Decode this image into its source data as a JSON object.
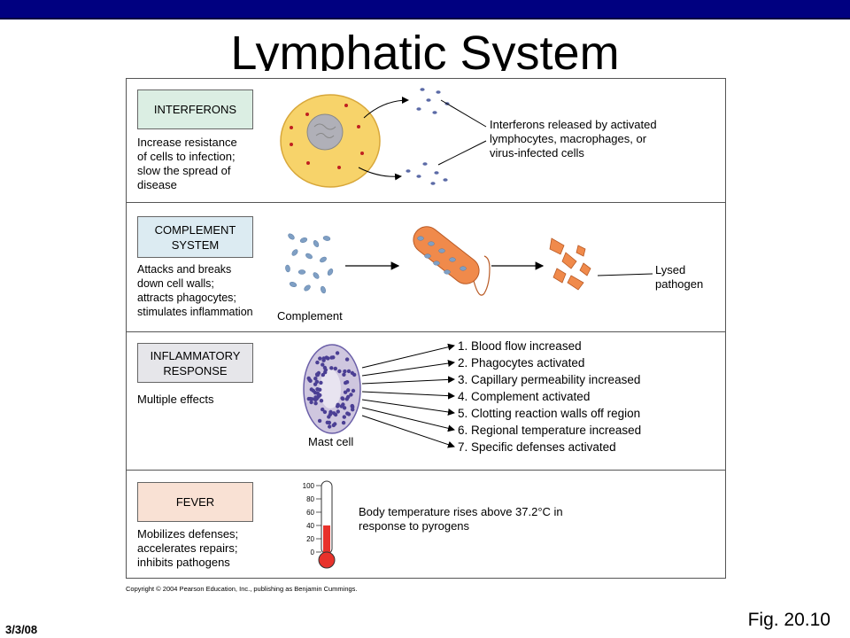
{
  "slide": {
    "title": "Lymphatic System",
    "date": "3/3/08",
    "figure_label": "Fig. 20.10",
    "copyright": "Copyright © 2004 Pearson Education, Inc., publishing as Benjamin Cummings."
  },
  "interferons": {
    "box": "INTERFERONS",
    "description": [
      "Increase resistance",
      "of cells to infection;",
      "slow the spread of",
      "disease"
    ],
    "callout": [
      "Interferons released by activated",
      "lymphocytes, macrophages, or",
      "virus-infected cells"
    ]
  },
  "complement": {
    "box": [
      "COMPLEMENT",
      "SYSTEM"
    ],
    "description": [
      "Attacks and breaks",
      "down cell walls;",
      "attracts phagocytes;",
      "stimulates inflammation"
    ],
    "complement_label": "Complement",
    "lysed_label": [
      "Lysed",
      "pathogen"
    ]
  },
  "inflammatory": {
    "box": [
      "INFLAMMATORY",
      "RESPONSE"
    ],
    "description": "Multiple effects",
    "mast_cell_label": "Mast cell",
    "effects": [
      "1. Blood flow increased",
      "2. Phagocytes activated",
      "3. Capillary permeability increased",
      "4. Complement activated",
      "5. Clotting reaction walls off region",
      "6. Regional temperature increased",
      "7. Specific defenses activated"
    ]
  },
  "fever": {
    "box": "FEVER",
    "description": [
      "Mobilizes defenses;",
      "accelerates repairs;",
      "inhibits pathogens"
    ],
    "callout": [
      "Body temperature rises above 37.2°C in",
      "response to pyrogens"
    ],
    "scale_ticks": [
      "100",
      "80",
      "60",
      "40",
      "20",
      "0"
    ],
    "mercury_level": 40,
    "colors": {
      "mercury": "#e8322b"
    }
  },
  "colors": {
    "header_bar": "#000080",
    "cell_fill": "#f7d36a",
    "nucleus": "#b0b0b8",
    "interferon_dot": "#5b6aa6",
    "pathogen": "#f08a4b",
    "complement_protein": "#7f9fc4",
    "mast_cell_fill": "#cfc7df",
    "mast_cell_granules": "#4b3f94"
  }
}
